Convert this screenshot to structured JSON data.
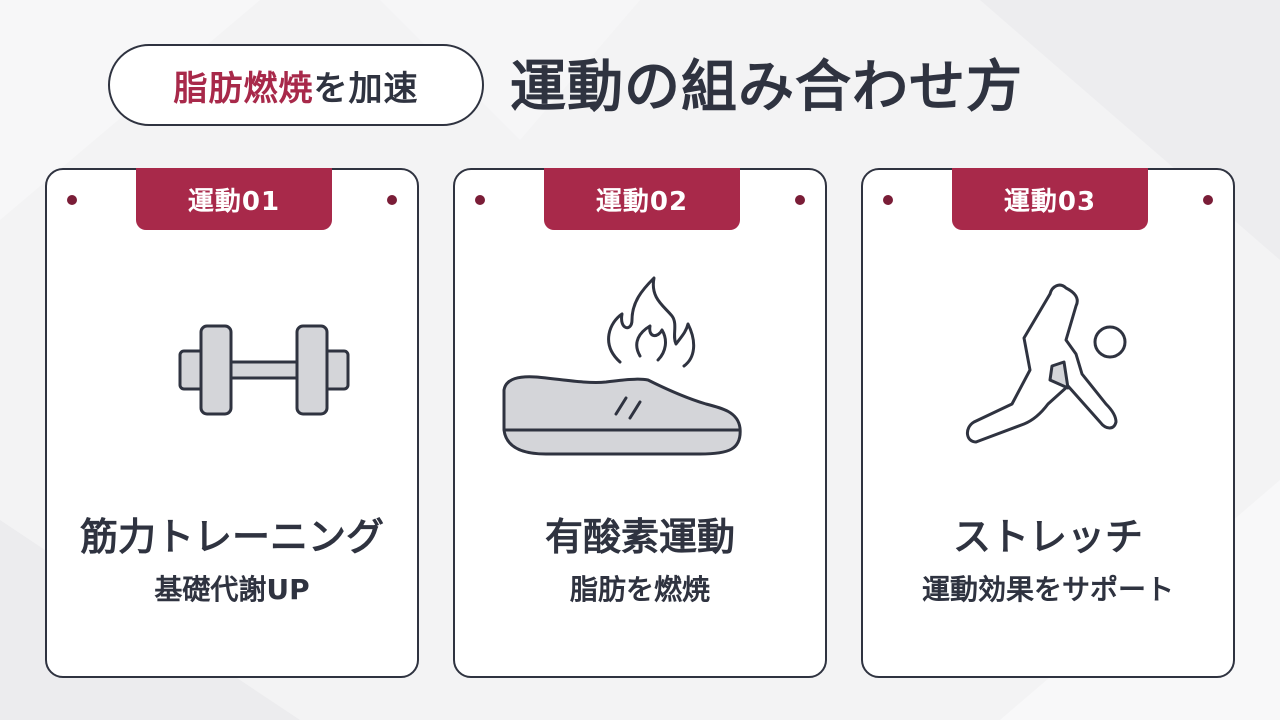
{
  "header": {
    "badge_accent": "脂肪燃焼",
    "badge_rest": "を加速",
    "title": "運動の組み合わせ方"
  },
  "colors": {
    "accent": "#a8294a",
    "text": "#2f3340",
    "icon_fill": "#d4d5d9",
    "background": "#f3f3f4"
  },
  "cards": [
    {
      "tag": "運動01",
      "title": "筋力トレーニング",
      "subtitle": "基礎代謝UP",
      "icon": "dumbbell-icon"
    },
    {
      "tag": "運動02",
      "title": "有酸素運動",
      "subtitle": "脂肪を燃焼",
      "icon": "burning-shoe-icon"
    },
    {
      "tag": "運動03",
      "title": "ストレッチ",
      "subtitle": "運動効果をサポート",
      "icon": "stretching-person-icon"
    }
  ]
}
